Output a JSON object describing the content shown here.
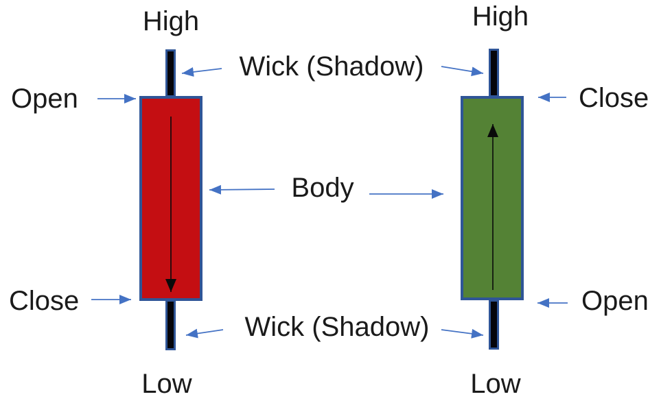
{
  "colors": {
    "background": "#ffffff",
    "label_text": "#1a1a1a",
    "bearish_body": "#c40e12",
    "bullish_body": "#548235",
    "candle_border": "#2f5597",
    "wick_fill": "#05050a",
    "arrow_blue": "#4472c4",
    "internal_arrow": "#0a0a0a"
  },
  "left_candle": {
    "sentiment": "bearish",
    "trend": "down",
    "high": "High",
    "open": "Open",
    "close": "Close",
    "low": "Low"
  },
  "right_candle": {
    "sentiment": "bullish",
    "trend": "up",
    "high": "High",
    "close": "Close",
    "open": "Open",
    "low": "Low"
  },
  "annotations": {
    "wick_top": "Wick (Shadow)",
    "wick_bottom": "Wick (Shadow)",
    "body": "Body"
  }
}
